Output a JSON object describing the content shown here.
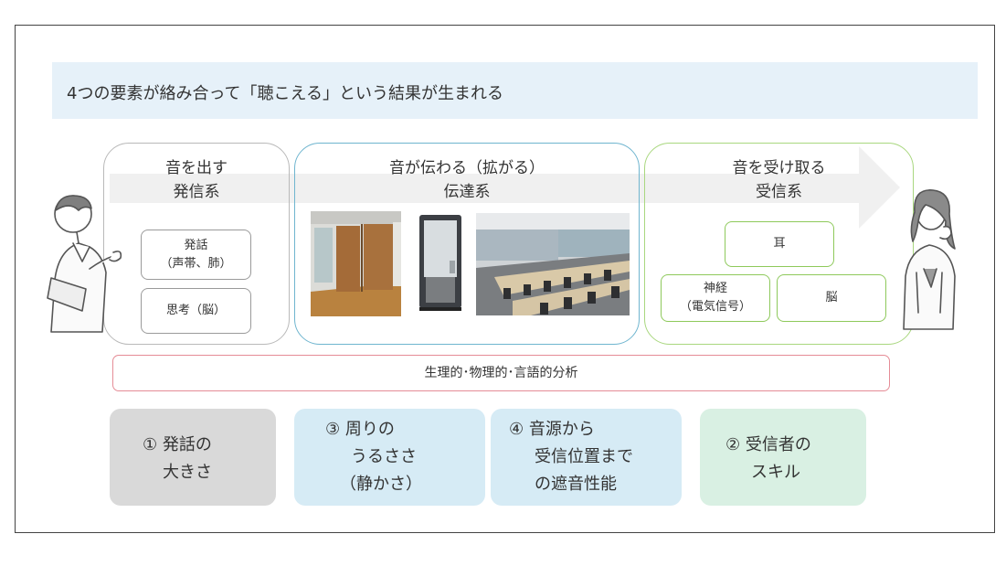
{
  "headline": "4つの要素が絡み合って「聴こえる」という結果が生まれる",
  "stages": {
    "send": {
      "title1": "音を出す",
      "title2": "発信系",
      "items": [
        {
          "line1": "発話",
          "line2": "（声帯、肺）"
        },
        {
          "line1": "思考（脳）",
          "line2": ""
        }
      ]
    },
    "transmit": {
      "title1": "音が伝わる（拡がる）",
      "title2": "伝達系"
    },
    "receive": {
      "title1": "音を受け取る",
      "title2": "受信系",
      "items": [
        {
          "line1": "耳",
          "line2": ""
        },
        {
          "line1": "神経",
          "line2": "（電気信号）"
        },
        {
          "line1": "脳",
          "line2": ""
        }
      ]
    }
  },
  "analysis": "生理的･物理的･言語的分析",
  "factors": [
    {
      "line1": "① 発話の",
      "line2": "大きさ",
      "line3": ""
    },
    {
      "line1": "③ 周りの",
      "line2": "うるささ",
      "line3": "（静かさ）"
    },
    {
      "line1": "④ 音源から",
      "line2": "受信位置まで",
      "line3": "の遮音性能"
    },
    {
      "line1": "② 受信者の",
      "line2": "スキル",
      "line3": ""
    }
  ],
  "colors": {
    "headline_bg": "#e6f1f9",
    "send_border": "#b9b9b9",
    "transmit_border": "#6fb5cf",
    "receive_border": "#a9d77f",
    "analysis_border": "#e58c96",
    "factor_gray": "#d9d9d9",
    "factor_blue": "#d6ebf5",
    "factor_green": "#d9f0e3"
  }
}
